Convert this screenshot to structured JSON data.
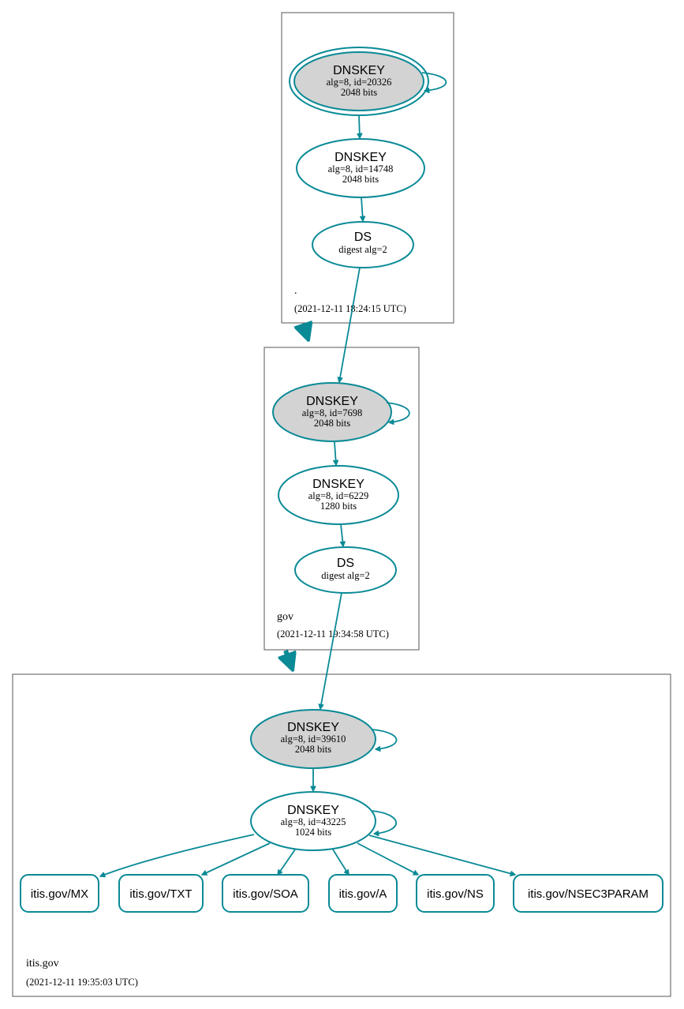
{
  "colors": {
    "edge": "#0a8a96",
    "ksk_fill": "#d3d3d3",
    "key_fill": "#ffffff",
    "border": "#555555"
  },
  "zones": [
    {
      "name": ".",
      "timestamp": "(2021-12-11 18:24:15 UTC)"
    },
    {
      "name": "gov",
      "timestamp": "(2021-12-11 19:34:58 UTC)"
    },
    {
      "name": "itis.gov",
      "timestamp": "(2021-12-11 19:35:03 UTC)"
    }
  ],
  "nodes": {
    "root_ksk": {
      "title": "DNSKEY",
      "line1": "alg=8, id=20326",
      "line2": "2048 bits"
    },
    "root_zsk": {
      "title": "DNSKEY",
      "line1": "alg=8, id=14748",
      "line2": "2048 bits"
    },
    "root_ds": {
      "title": "DS",
      "line1": "digest alg=2"
    },
    "gov_ksk": {
      "title": "DNSKEY",
      "line1": "alg=8, id=7698",
      "line2": "2048 bits"
    },
    "gov_zsk": {
      "title": "DNSKEY",
      "line1": "alg=8, id=6229",
      "line2": "1280 bits"
    },
    "gov_ds": {
      "title": "DS",
      "line1": "digest alg=2"
    },
    "itis_ksk": {
      "title": "DNSKEY",
      "line1": "alg=8, id=39610",
      "line2": "2048 bits"
    },
    "itis_zsk": {
      "title": "DNSKEY",
      "line1": "alg=8, id=43225",
      "line2": "1024 bits"
    }
  },
  "rrsets": [
    {
      "label": "itis.gov/MX"
    },
    {
      "label": "itis.gov/TXT"
    },
    {
      "label": "itis.gov/SOA"
    },
    {
      "label": "itis.gov/A"
    },
    {
      "label": "itis.gov/NS"
    },
    {
      "label": "itis.gov/NSEC3PARAM"
    }
  ]
}
